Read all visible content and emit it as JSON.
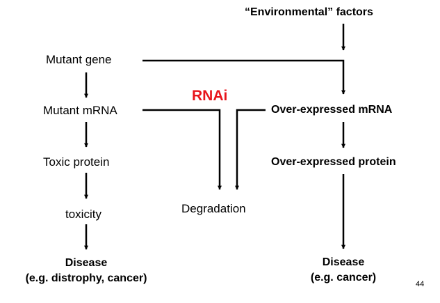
{
  "diagram": {
    "env_factors": "“Environmental” factors",
    "mutant_gene": "Mutant gene",
    "mutant_mrna": "Mutant mRNA",
    "toxic_protein": "Toxic protein",
    "toxicity": "toxicity",
    "disease_left_line1": "Disease",
    "disease_left_line2": "(e.g. distrophy, cancer)",
    "rnai": "RNAi",
    "degradation": "Degradation",
    "over_mrna": "Over-expressed mRNA",
    "over_protein": "Over-expressed protein",
    "disease_right_line1": "Disease",
    "disease_right_line2": "(e.g. cancer)"
  },
  "page_number": "44",
  "colors": {
    "text": "#000000",
    "rnai": "#e8141b",
    "background": "#ffffff"
  }
}
